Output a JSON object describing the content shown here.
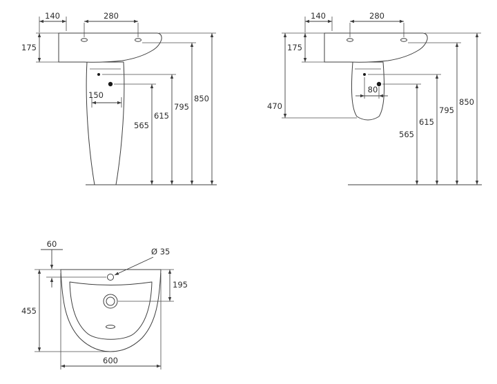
{
  "colors": {
    "line": "#3c3c3c",
    "text": "#2d2d2d",
    "background": "#ffffff"
  },
  "views": {
    "side_full_pedestal": {
      "dims": {
        "d140": "140",
        "d280": "280",
        "d175": "175",
        "d150": "150",
        "d565": "565",
        "d615": "615",
        "d795": "795",
        "d850": "850"
      }
    },
    "side_semi_pedestal": {
      "dims": {
        "d140": "140",
        "d280": "280",
        "d175": "175",
        "d470": "470",
        "d80": "80",
        "d565": "565",
        "d615": "615",
        "d795": "795",
        "d850": "850"
      }
    },
    "plan": {
      "dims": {
        "d60": "60",
        "d35": "Ø 35",
        "d195": "195",
        "d455": "455",
        "d600": "600"
      }
    }
  }
}
